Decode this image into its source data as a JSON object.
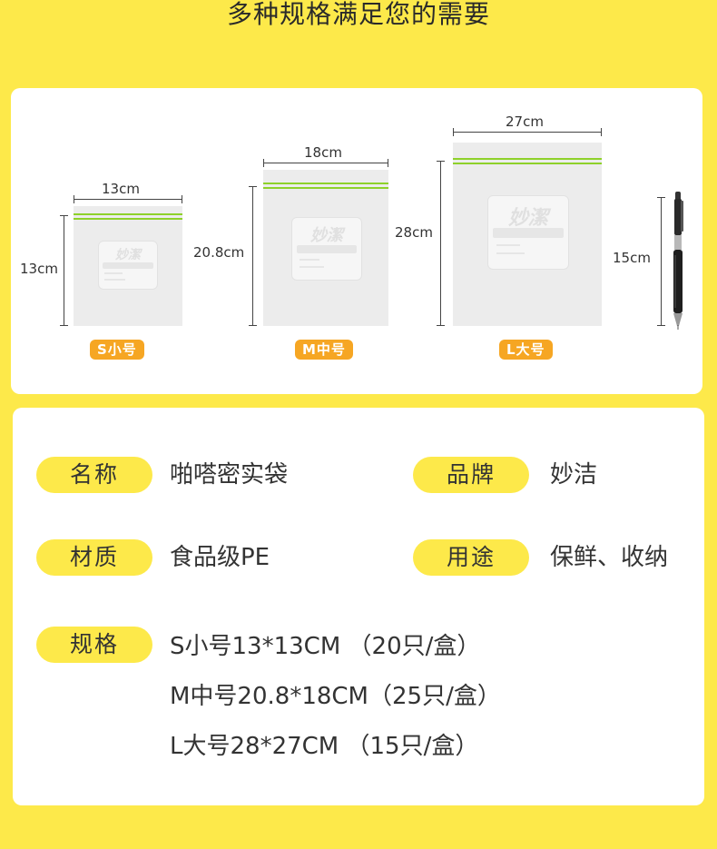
{
  "page_title": "多种规格满足您的需要",
  "bags": [
    {
      "width_label": "13cm",
      "height_label": "13cm",
      "badge": "S小号"
    },
    {
      "width_label": "18cm",
      "height_label": "20.8cm",
      "badge": "M中号"
    },
    {
      "width_label": "27cm",
      "height_label": "28cm",
      "badge": "L大号"
    }
  ],
  "pen": {
    "height_label": "15cm"
  },
  "logo_text": "妙潔",
  "specs": {
    "name_label": "名称",
    "name_value": "啪嗒密实袋",
    "brand_label": "品牌",
    "brand_value": "妙洁",
    "material_label": "材质",
    "material_value": "食品级PE",
    "usage_label": "用途",
    "usage_value": "保鲜、收纳",
    "spec_label": "规格",
    "spec_lines": [
      "S小号13*13CM （20只/盒）",
      "M中号20.8*18CM（25只/盒）",
      "L大号28*27CM （15只/盒）"
    ]
  }
}
